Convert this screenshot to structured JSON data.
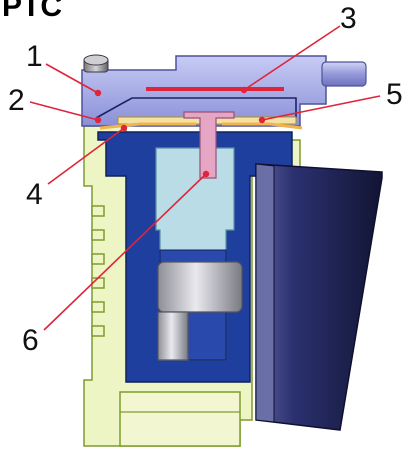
{
  "title": "PTC",
  "callouts": [
    {
      "label": "1"
    },
    {
      "label": "2"
    },
    {
      "label": "3"
    },
    {
      "label": "4"
    },
    {
      "label": "5"
    },
    {
      "label": "6"
    }
  ],
  "colors": {
    "leader_line": "#e0243a",
    "housing_light": "#eef5c4",
    "housing_outline": "#7f9c2e",
    "core_blue": "#1f3f9e",
    "lid_lavender": "#a4a9e6",
    "insulator_cyan": "#b9dce6",
    "contact_pink": "#e4a6c4",
    "spring_orange": "#f2b24e",
    "ptc_disc_yellow": "#f3e3a2",
    "dark_component": "#242a63",
    "terminal_gray": "#a0a0a6"
  }
}
